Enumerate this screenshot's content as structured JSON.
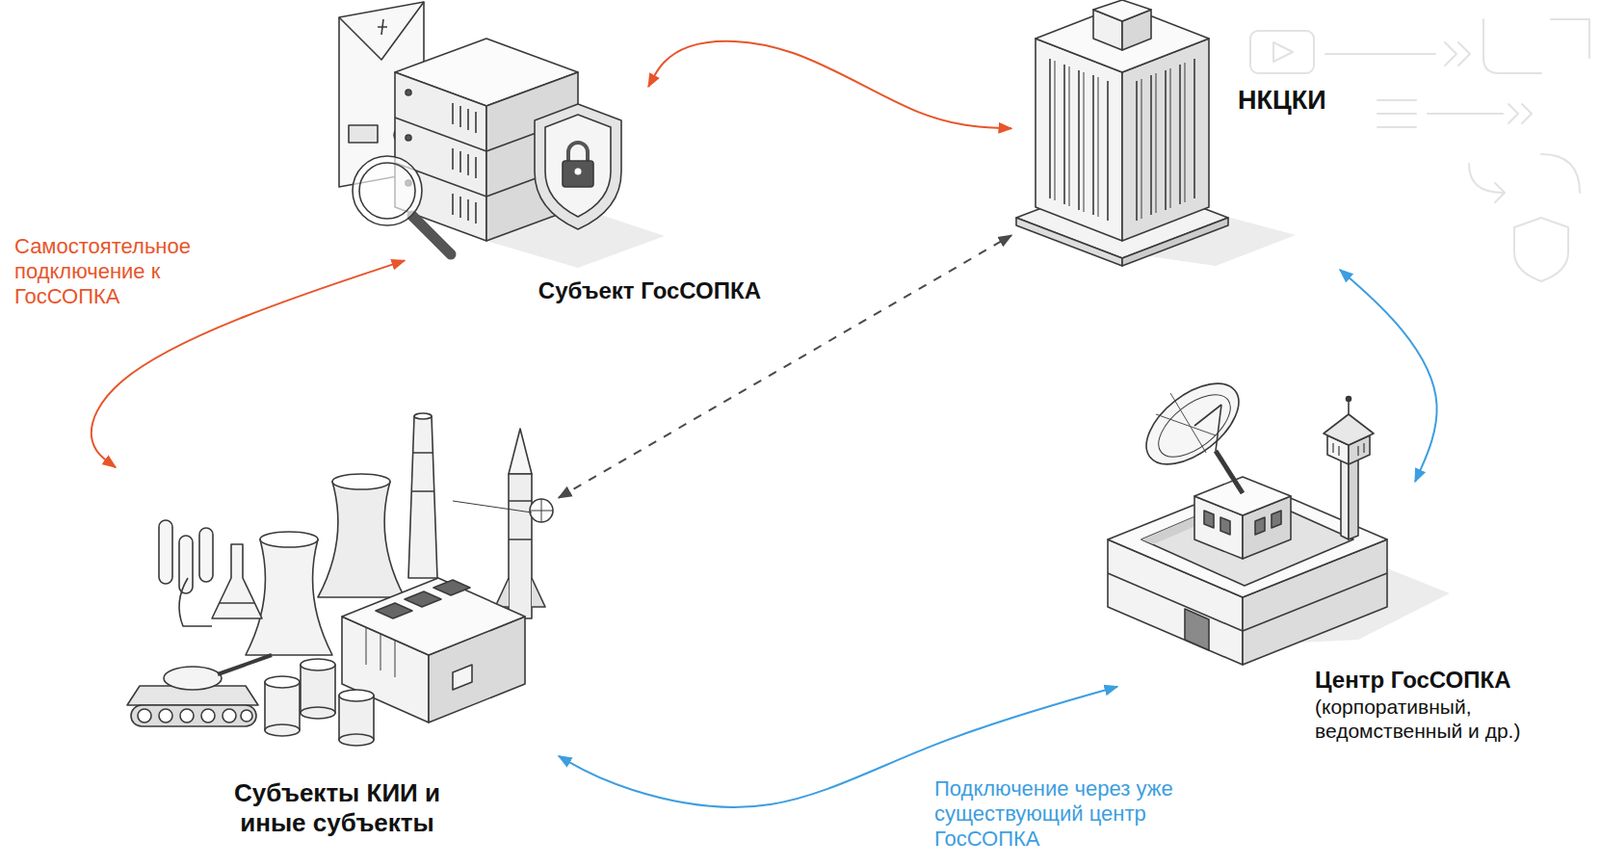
{
  "diagram": {
    "nodes": [
      {
        "text": [
          "Субъект ГосСОПКА"
        ]
      },
      {
        "text": [
          "НКЦКИ"
        ]
      },
      {
        "text": [
          "Центр ГосСОПКА",
          "(корпоративный, ведомственный и др.)"
        ]
      },
      {
        "text": [
          "Субъекты КИИ и иные субъекты"
        ]
      }
    ],
    "edges": [
      {
        "from": 3,
        "to": 0,
        "label": "Самостоятельное подключение к ГосСОПКА",
        "arrow": "both"
      },
      {
        "from": 0,
        "to": 1,
        "arrow": "both"
      },
      {
        "from": 1,
        "to": 2,
        "arrow": "both"
      },
      {
        "from": 3,
        "to": 2,
        "label": "Подключение через уже существующий центр ГосСОПКА",
        "arrow": "both"
      },
      {
        "from": 3,
        "to": 1,
        "arrow": "both"
      }
    ]
  }
}
